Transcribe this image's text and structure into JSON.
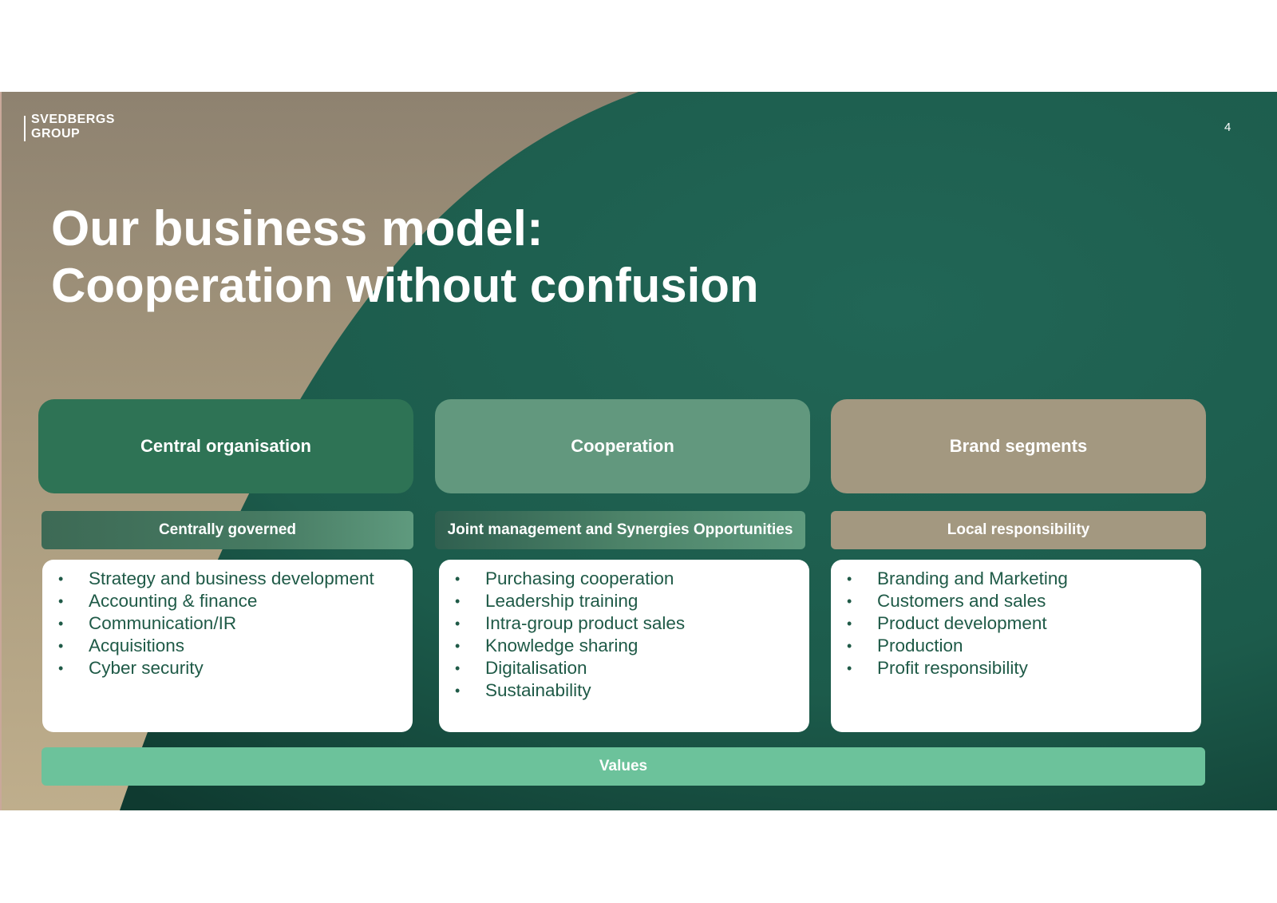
{
  "header": {
    "logo_line1": "SVEDBERGS",
    "logo_line2": "GROUP",
    "page_number": "4"
  },
  "title": "Our business model:",
  "subtitle": "Cooperation without confusion",
  "columns": [
    {
      "heading": "Central organisation",
      "band": "Centrally governed",
      "items": [
        "Strategy and business development",
        "Accounting & finance",
        "Communication/IR",
        "Acquisitions",
        "Cyber security"
      ]
    },
    {
      "heading": "Cooperation",
      "band": "Joint management and Synergies Opportunities",
      "items": [
        "Purchasing cooperation",
        "Leadership training",
        "Intra-group product sales",
        "Knowledge sharing",
        "Digitalisation",
        "Sustainability"
      ]
    },
    {
      "heading": "Brand segments",
      "band": "Local responsibility",
      "items": [
        "Branding and Marketing",
        "Customers and sales",
        "Product development",
        "Production",
        "Profit responsibility"
      ]
    }
  ],
  "footer_band": "Values",
  "colors": {
    "dark_green": "#1f5d50",
    "central": "#2e7355",
    "cooperation": "#62987e",
    "brand": "#a39880",
    "beige": "#b3a486",
    "values": "#6cc29b"
  }
}
